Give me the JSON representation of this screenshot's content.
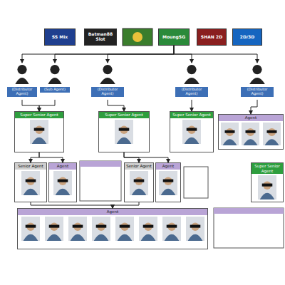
{
  "diagram": {
    "nodes": [
      {
        "text": [
          "SS Mix"
        ]
      },
      {
        "text": [
          "Batman88 Slot"
        ]
      },
      {
        "text": [
          "MoungSG"
        ]
      },
      {
        "text": [
          "SHAN 2D"
        ]
      },
      {
        "text": [
          "2D/3D"
        ]
      },
      {
        "text": [
          "(Distributor Agent)"
        ]
      },
      {
        "text": [
          "(Sub Agent)"
        ]
      },
      {
        "text": [
          "(Distributor Agent)"
        ]
      },
      {
        "text": [
          "(Distributor Agent)"
        ]
      },
      {
        "text": [
          "(Distributor Agent)"
        ]
      },
      {
        "text": [
          "Super Senior Agent"
        ]
      },
      {
        "text": [
          "Super Senior Agent"
        ]
      },
      {
        "text": [
          "Super Senior Agent"
        ]
      },
      {
        "text": [
          "Agent"
        ]
      },
      {
        "text": [
          "Senior Agent"
        ]
      },
      {
        "text": [
          "Agent"
        ]
      },
      {
        "text": [
          "Senior Agent"
        ]
      },
      {
        "text": [
          "Agent"
        ]
      },
      {
        "text": [
          "Super Senior Agent"
        ]
      },
      {
        "text": [
          "Agent"
        ]
      }
    ],
    "edges": [
      {
        "from": 2,
        "to": 5,
        "arrow": "to"
      },
      {
        "from": 2,
        "to": 6,
        "arrow": "to"
      },
      {
        "from": 2,
        "to": 7,
        "arrow": "to"
      },
      {
        "from": 2,
        "to": 8,
        "arrow": "to"
      },
      {
        "from": 2,
        "to": 9,
        "arrow": "to"
      },
      {
        "from": 5,
        "to": 10,
        "arrow": "to"
      },
      {
        "from": 6,
        "to": 10,
        "arrow": "to"
      },
      {
        "from": 7,
        "to": 11,
        "arrow": "to"
      },
      {
        "from": 8,
        "to": 12,
        "arrow": "to"
      },
      {
        "from": 9,
        "to": 13,
        "arrow": "to"
      },
      {
        "from": 10,
        "to": 14,
        "arrow": "to"
      },
      {
        "from": 10,
        "to": 15,
        "arrow": "to"
      },
      {
        "from": 11,
        "to": 16,
        "arrow": "to"
      },
      {
        "from": 11,
        "to": 17,
        "arrow": "to"
      },
      {
        "from": 14,
        "to": 19,
        "arrow": "to"
      },
      {
        "from": 16,
        "to": 19,
        "arrow": "to"
      }
    ]
  }
}
